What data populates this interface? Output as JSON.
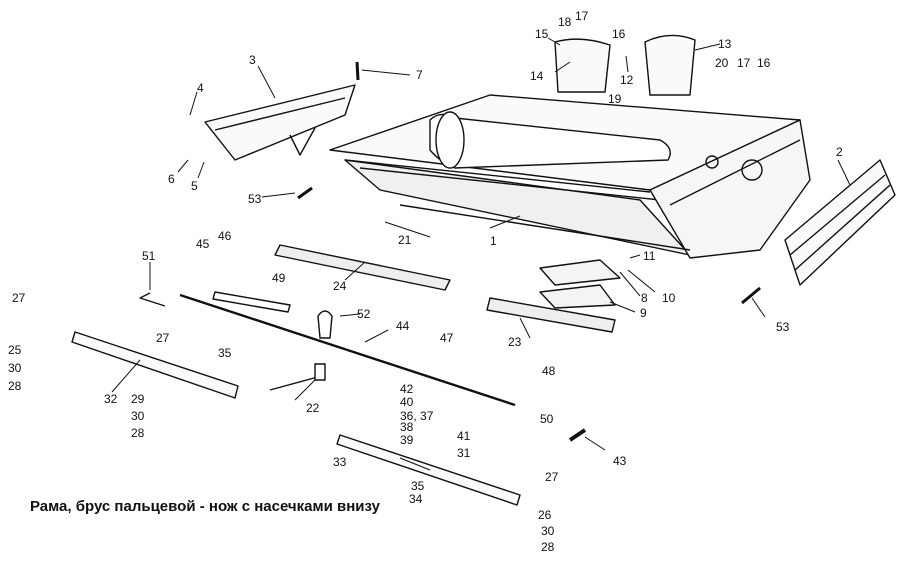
{
  "caption": "Рама, брус пальцевой - нож с насечками внизу",
  "callouts": [
    "1",
    "2",
    "3",
    "4",
    "5",
    "6",
    "7",
    "8",
    "9",
    "10",
    "11",
    "12",
    "13",
    "14",
    "15",
    "16",
    "17",
    "18",
    "19",
    "20",
    "21",
    "22",
    "23",
    "24",
    "25",
    "26",
    "27",
    "28",
    "29",
    "30",
    "31",
    "32",
    "33",
    "34",
    "35",
    "36, 37",
    "38",
    "39",
    "40",
    "41",
    "42",
    "43",
    "44",
    "45",
    "46",
    "47",
    "48",
    "49",
    "50",
    "51",
    "52",
    "53"
  ],
  "labels": {
    "n1": "1",
    "n2": "2",
    "n3": "3",
    "n4": "4",
    "n5": "5",
    "n6": "6",
    "n7": "7",
    "n8": "8",
    "n9": "9",
    "n10": "10",
    "n11": "11",
    "n12": "12",
    "n13": "13",
    "n14": "14",
    "n15": "15",
    "n16a": "16",
    "n16b": "16",
    "n17a": "17",
    "n17b": "17",
    "n18": "18",
    "n19": "19",
    "n20": "20",
    "n21": "21",
    "n22": "22",
    "n23": "23",
    "n24": "24",
    "n25": "25",
    "n26": "26",
    "n27a": "27",
    "n27b": "27",
    "n27c": "27",
    "n28a": "28",
    "n28b": "28",
    "n28c": "28",
    "n29": "29",
    "n30a": "30",
    "n30b": "30",
    "n30c": "30",
    "n31": "31",
    "n32": "32",
    "n33": "33",
    "n34": "34",
    "n35a": "35",
    "n35b": "35",
    "n3637": "36, 37",
    "n38": "38",
    "n39": "39",
    "n40": "40",
    "n41": "41",
    "n42": "42",
    "n43": "43",
    "n44": "44",
    "n45": "45",
    "n46": "46",
    "n47": "47",
    "n48": "48",
    "n49": "49",
    "n50": "50",
    "n51": "51",
    "n52": "52",
    "n53a": "53",
    "n53b": "53"
  }
}
